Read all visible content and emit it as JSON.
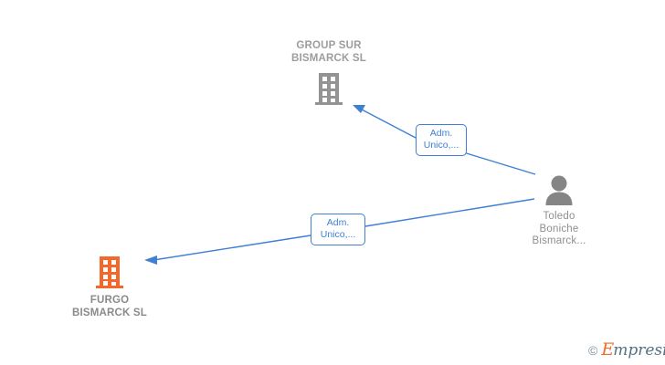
{
  "diagram": {
    "background_color": "#ffffff",
    "nodes": [
      {
        "id": "group-sur",
        "icon": "building-icon",
        "icon_color": "#939393",
        "label": "GROUP SUR\nBISMARCK  SL",
        "label_color": "#9d9d9d",
        "type": "company"
      },
      {
        "id": "furgo",
        "icon": "building-icon",
        "icon_color": "#f4682c",
        "label": "FURGO\nBISMARCK  SL",
        "label_color": "#8a8a8a",
        "type": "company"
      },
      {
        "id": "person",
        "icon": "person-icon",
        "icon_color": "#858585",
        "label": "Toledo\nBoniche\nBismarck...",
        "label_color": "#8f8f8f",
        "type": "person"
      }
    ],
    "edges": [
      {
        "id": "edge-person-to-group-sur",
        "from": "person",
        "to": "group-sur",
        "label": "Adm.\nUnico,...",
        "color": "#3f7fd4"
      },
      {
        "id": "edge-person-to-furgo",
        "from": "person",
        "to": "furgo",
        "label": "Adm.\nUnico,...",
        "color": "#3f7fd4"
      }
    ]
  },
  "watermark": {
    "copyright": "©",
    "brand_first": "E",
    "brand_rest": "mpresia",
    "accent_color": "#ef6c2a",
    "text_color": "#55707f"
  }
}
